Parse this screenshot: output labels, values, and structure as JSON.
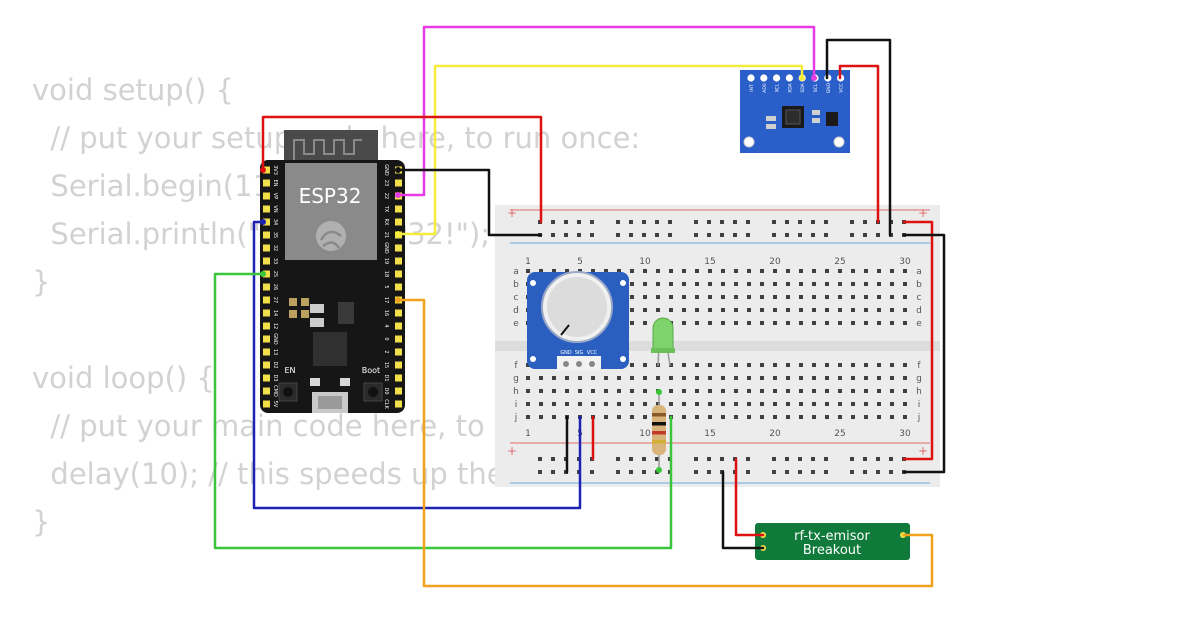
{
  "code": {
    "lines": [
      "void setup() {",
      "  // put your setup code here, to run once:",
      "  Serial.begin(115200);",
      "  Serial.println(\"Hello, ESP32!\");",
      "}",
      "",
      "void loop() {",
      "  // put your main code here, to run repeatedly:",
      "  delay(10); // this speeds up the simulation",
      "}"
    ]
  },
  "esp32": {
    "label": "ESP32",
    "en_label": "EN",
    "boot_label": "Boot",
    "left_pins": [
      "3V3",
      "EN",
      "VP",
      "VN",
      "34",
      "35",
      "32",
      "33",
      "25",
      "26",
      "27",
      "14",
      "12",
      "GND",
      "13",
      "D2",
      "D3",
      "CMD",
      "5V"
    ],
    "right_pins": [
      "GND",
      "23",
      "22",
      "TX",
      "RX",
      "21",
      "GND",
      "19",
      "18",
      "5",
      "17",
      "16",
      "4",
      "0",
      "2",
      "15",
      "D1",
      "D0",
      "CLK"
    ]
  },
  "mpu6050": {
    "pins": [
      "INT",
      "AD0",
      "XCL",
      "XDA",
      "SDA",
      "SCL",
      "GND",
      "VCC"
    ]
  },
  "breadboard": {
    "plus_sign": "+",
    "column_numbers": [
      "1",
      "5",
      "10",
      "15",
      "20",
      "25",
      "30"
    ],
    "row_letters_top": [
      "a",
      "b",
      "c",
      "d",
      "e"
    ],
    "row_letters_bottom": [
      "f",
      "g",
      "h",
      "i",
      "j"
    ]
  },
  "potentiometer": {
    "pins": [
      "GND",
      "SIG",
      "VCC"
    ]
  },
  "rf_module": {
    "line1": "rf-tx-emisor",
    "line2": "Breakout"
  },
  "colors": {
    "magenta_wire": "#e63be6",
    "yellow_wire": "#f5ec3c",
    "red_wire": "#dd1111",
    "black_wire": "#111111",
    "blue_wire": "#1e22b4",
    "green_wire": "#3ac63a",
    "orange_wire": "#f0a21e",
    "esp32_board": "#161616",
    "mpu_board": "#2a5ec8",
    "rf_board": "#0f7a3a",
    "pot_board": "#2a5fbf",
    "breadboard": "#ececec"
  }
}
